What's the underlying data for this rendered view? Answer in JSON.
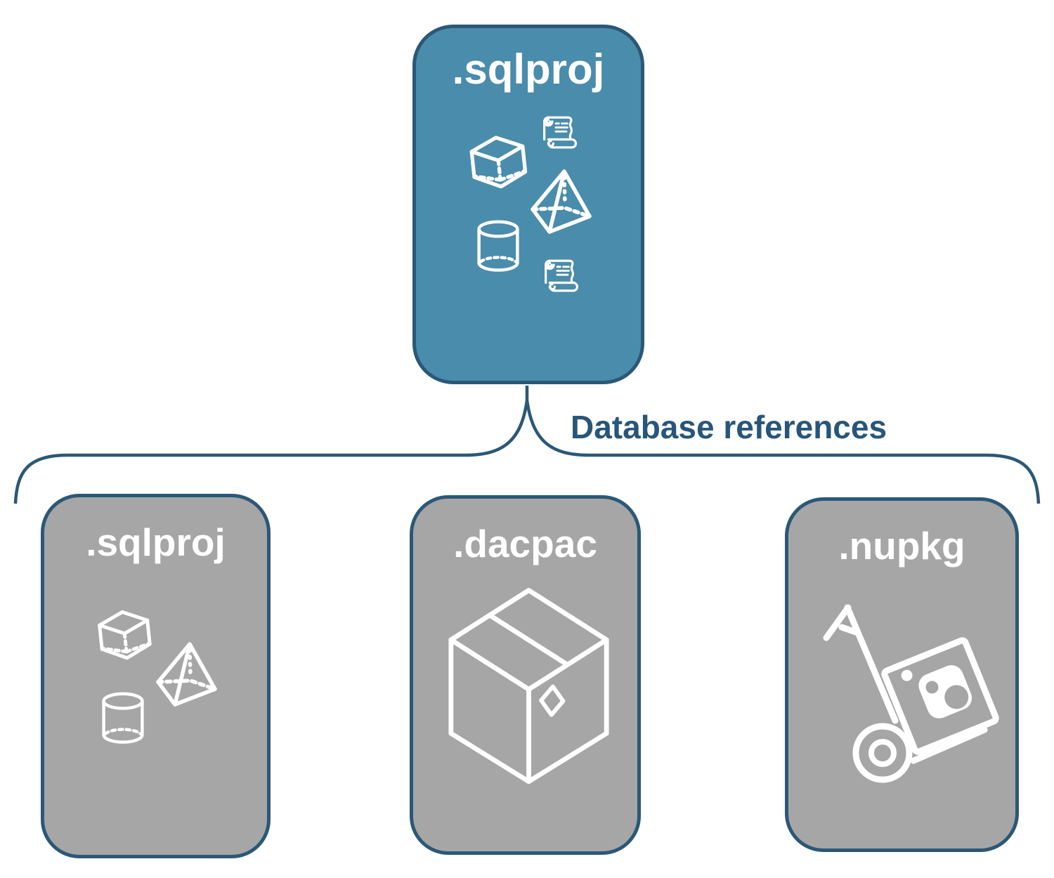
{
  "diagram": {
    "root": {
      "label": ".sqlproj",
      "icons": [
        "cube-icon",
        "scroll-icon",
        "pyramid-icon",
        "cylinder-icon",
        "scroll-icon"
      ]
    },
    "connector": {
      "label": "Database references"
    },
    "children": [
      {
        "label": ".sqlproj",
        "icons": [
          "cube-icon",
          "pyramid-icon",
          "cylinder-icon"
        ]
      },
      {
        "label": ".dacpac",
        "icons": [
          "package-box-icon"
        ]
      },
      {
        "label": ".nupkg",
        "icons": [
          "nuget-hand-truck-icon"
        ]
      }
    ],
    "colors": {
      "root_fill": "#4a8cab",
      "child_fill": "#a6a6a6",
      "outline": "#2b5877",
      "label_text": "#ffffff",
      "connector_text": "#27567a",
      "icon_stroke": "#ffffff",
      "background": "#ffffff"
    }
  }
}
